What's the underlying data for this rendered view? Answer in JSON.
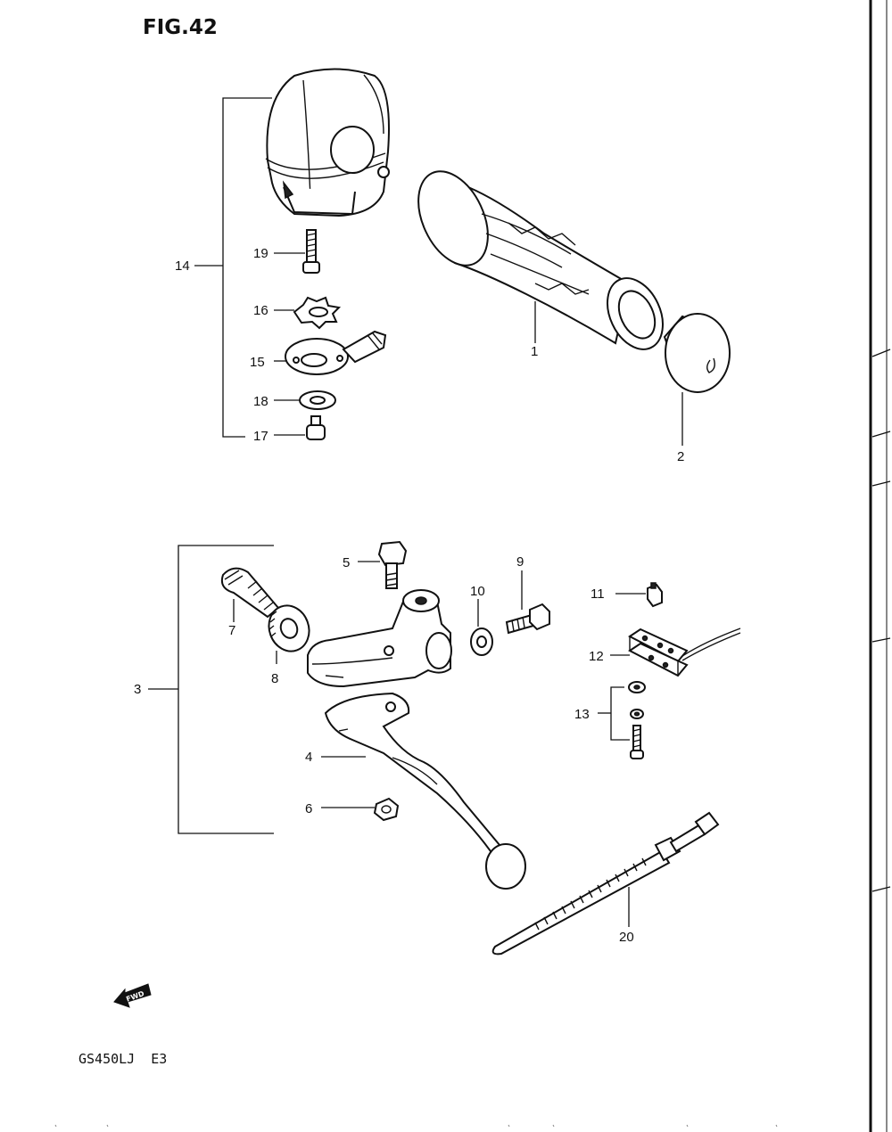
{
  "figure": {
    "title": "FIG.42",
    "model_code": "GS450LJ  E3",
    "fwd_label": "FWD"
  },
  "callouts": {
    "n1": "1",
    "n2": "2",
    "n3": "3",
    "n4": "4",
    "n5": "5",
    "n6": "6",
    "n7": "7",
    "n8": "8",
    "n9": "9",
    "n10": "10",
    "n11": "11",
    "n12": "12",
    "n13": "13",
    "n14": "14",
    "n15": "15",
    "n16": "16",
    "n17": "17",
    "n18": "18",
    "n19": "19",
    "n20": "20"
  }
}
